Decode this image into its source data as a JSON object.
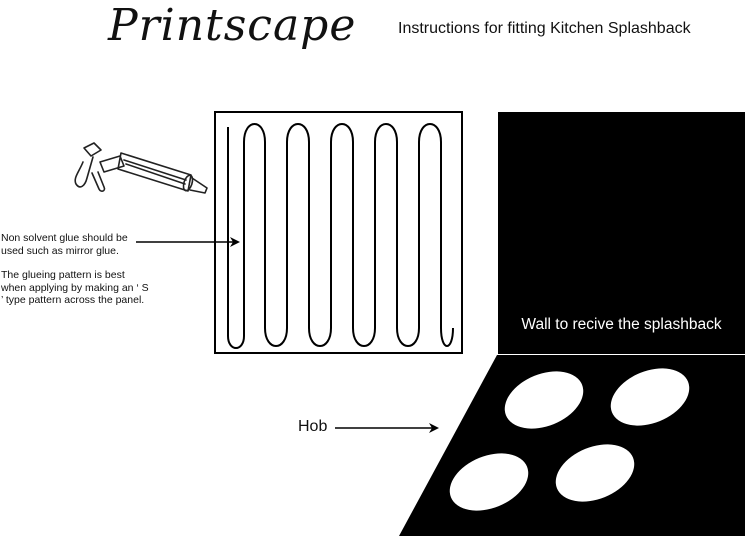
{
  "brand": {
    "logo_text": "Printscape"
  },
  "header": {
    "title": "Instructions for fitting Kitchen Splashback"
  },
  "glue": {
    "line1": "Non solvent glue should be used such as mirror glue.",
    "line2": "The glueing pattern is best when applying by making an ‘ S ’ type pattern across the panel."
  },
  "wall": {
    "label": "Wall to recive the splashback"
  },
  "hob": {
    "label": "Hob"
  },
  "icons": [
    "caulking-gun-icon",
    "arrow-right-icon"
  ],
  "colors": {
    "ink": "#000000",
    "background": "#ffffff"
  }
}
